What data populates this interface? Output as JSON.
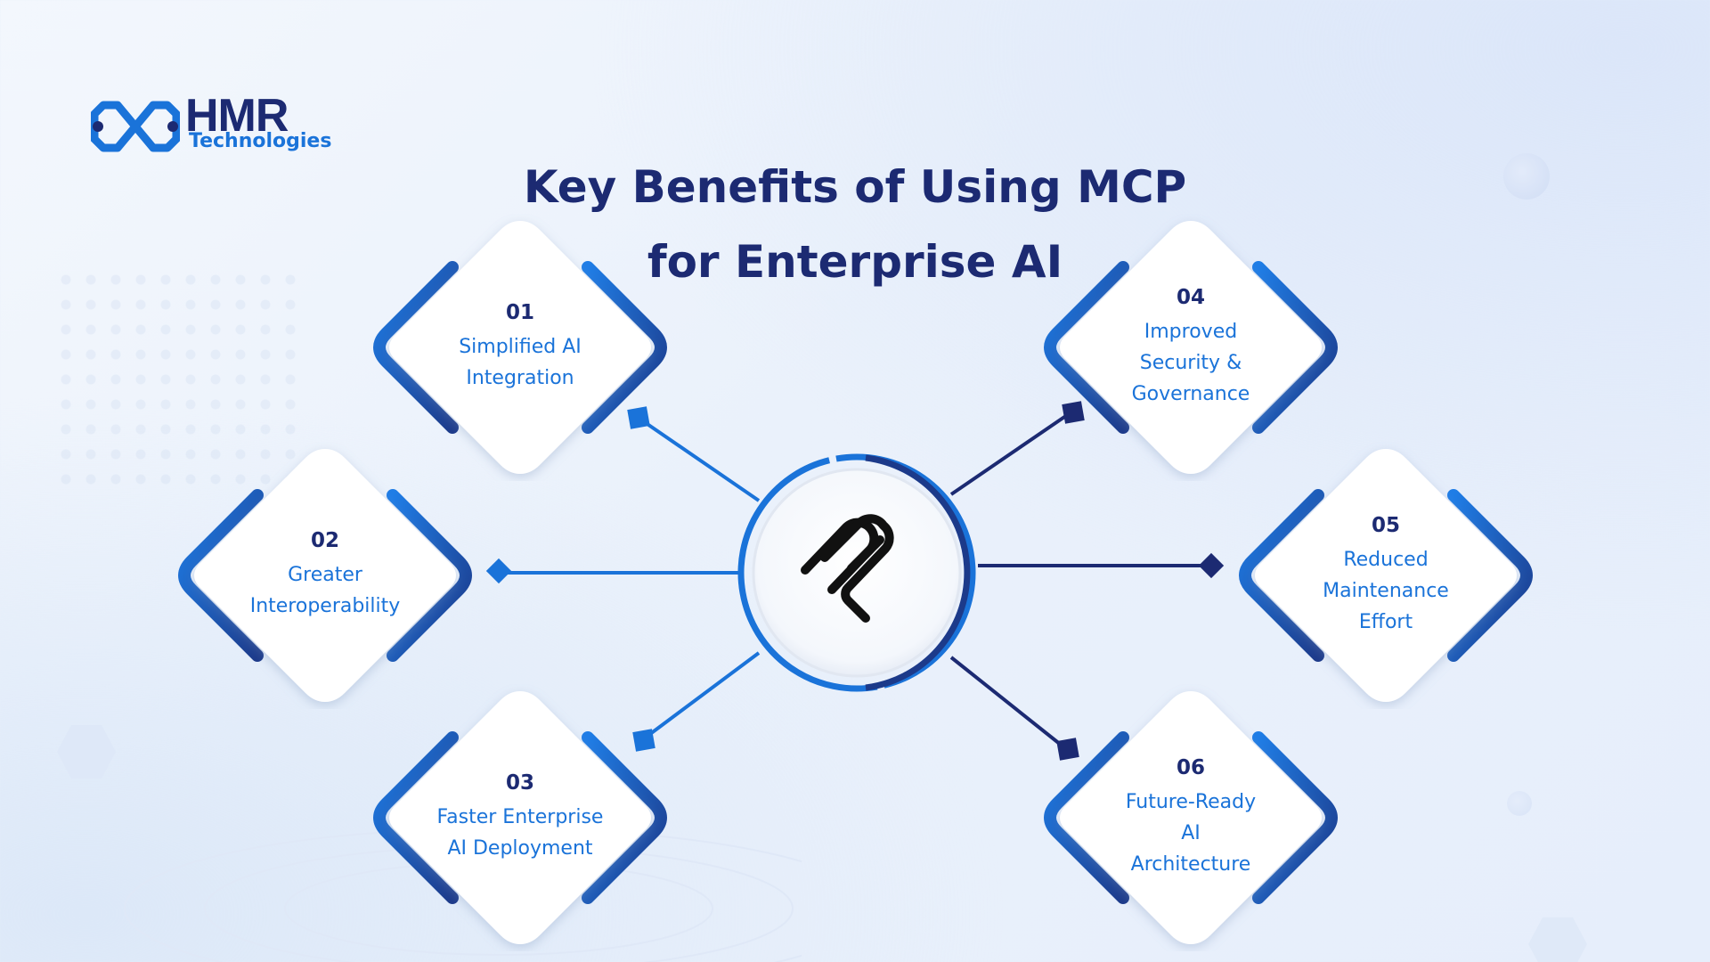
{
  "brand": {
    "name": "HMR",
    "subtitle": "Technologies"
  },
  "title": {
    "line1": "Key Benefits of Using MCP",
    "line2": "for Enterprise AI"
  },
  "center_icon": "mcp-logo-icon",
  "colors": {
    "navy": "#1c2a72",
    "blue": "#1a73d9",
    "background": "#eaf1fb"
  },
  "benefits": [
    {
      "number": "01",
      "label": "Simplified AI\nIntegration"
    },
    {
      "number": "02",
      "label": "Greater\nInteroperability"
    },
    {
      "number": "03",
      "label": "Faster Enterprise\nAI Deployment"
    },
    {
      "number": "04",
      "label": "Improved\nSecurity &\nGovernance"
    },
    {
      "number": "05",
      "label": "Reduced\nMaintenance\nEffort"
    },
    {
      "number": "06",
      "label": "Future-Ready\nAI\nArchitecture"
    }
  ]
}
